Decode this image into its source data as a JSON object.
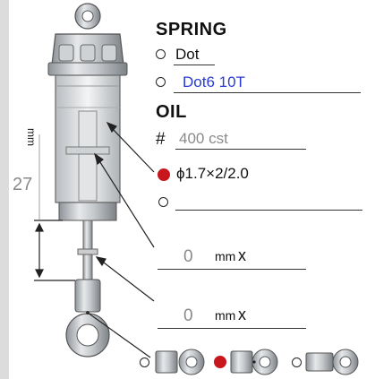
{
  "spring": {
    "heading": "SPRING",
    "options": [
      {
        "label": "Dot",
        "selected": false
      },
      {
        "label": "Dot6 10T",
        "selected": false
      }
    ]
  },
  "oil": {
    "heading": "OIL",
    "prefix": "#",
    "viscosity": "400 cst",
    "piston": "ϕ1.7×2/2.0",
    "piston_selected": true,
    "custom_value": "",
    "custom_selected": false
  },
  "dims": {
    "unit": "mm",
    "length": "27"
  },
  "spacers": [
    {
      "value": "0",
      "unit": "mm",
      "suffix": "x"
    },
    {
      "value": "0",
      "unit": "mm",
      "suffix": "x"
    }
  ],
  "rod_ends": [
    {
      "name": "straight",
      "selected": false
    },
    {
      "name": "offset",
      "selected": true
    },
    {
      "name": "long",
      "selected": false
    }
  ],
  "colors": {
    "accent": "#c8161d",
    "link": "#2a3bd1",
    "sidebar": "#dcdcdc"
  }
}
